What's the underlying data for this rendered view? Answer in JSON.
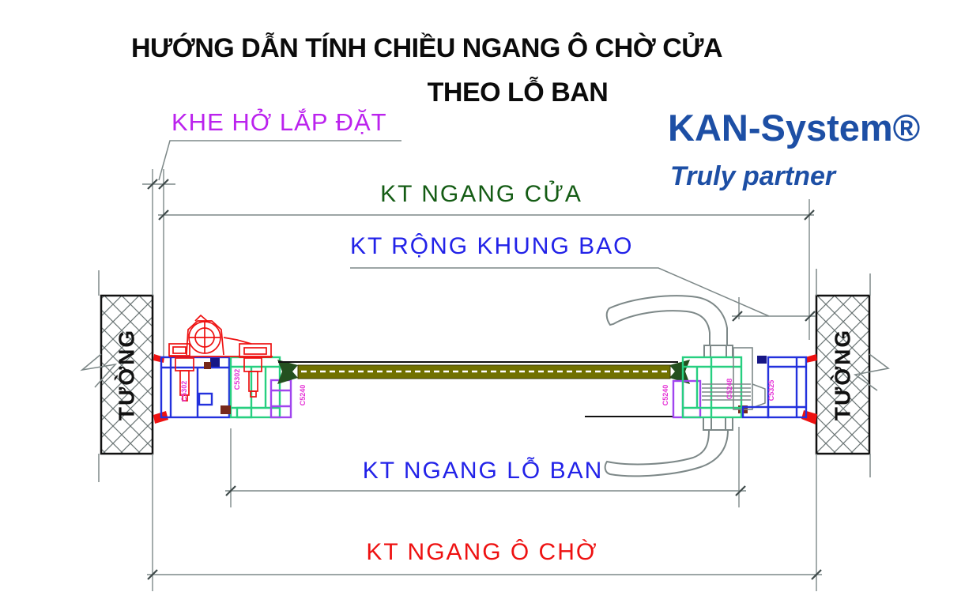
{
  "title": {
    "line1": "HƯỚNG DẪN TÍNH CHIỀU NGANG Ô CHỜ CỬA",
    "line2": "THEO LỖ BAN"
  },
  "brand": {
    "name": "KAN-System®",
    "tagline": "Truly partner",
    "color": "#1d4fa5"
  },
  "labels": {
    "install_gap": {
      "text": "KHE HỞ LẮP ĐẶT",
      "color": "#bb22ee"
    },
    "door_width": {
      "text": "KT NGANG CỬA",
      "color": "#145c14"
    },
    "frame_width": {
      "text": "KT RỘNG KHUNG BAO",
      "color": "#2222e8"
    },
    "loban_width": {
      "text": "KT NGANG LỖ BAN",
      "color": "#2222e8"
    },
    "opening_width": {
      "text": "KT NGANG Ô CHỜ",
      "color": "#ee1111"
    },
    "wall_left": "TƯỜNG",
    "wall_right": "TƯỜNG"
  },
  "profile_codes": [
    "C5302",
    "C5302",
    "C5240",
    "C5240",
    "C5248",
    "C5325"
  ],
  "drawing_colors": {
    "dimension_lines": "#7d8888",
    "frame_profile": "#2331dd",
    "sash_profile": "#27cf80",
    "accessory_profile": "#a044ef",
    "hinge_and_gaskets": "#ee1111",
    "glass_bar": "#717100",
    "glazing_clamp": "#24501f",
    "wall_outline": "#111111"
  }
}
